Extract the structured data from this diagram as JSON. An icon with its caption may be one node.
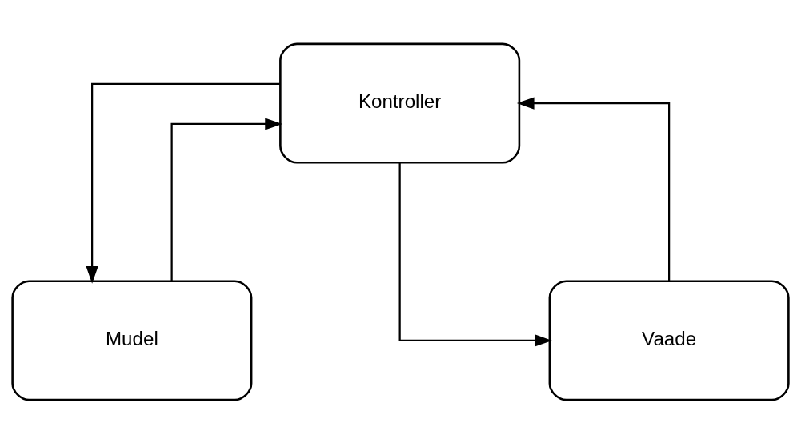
{
  "diagram": {
    "nodes": [
      {
        "text": [
          "Kontroller"
        ]
      },
      {
        "text": [
          "Mudel"
        ]
      },
      {
        "text": [
          "Vaade"
        ]
      }
    ],
    "edges": [
      {
        "from": 0,
        "to": 1,
        "arrow": "to"
      },
      {
        "from": 1,
        "to": 0,
        "arrow": "to"
      },
      {
        "from": 2,
        "to": 0,
        "arrow": "to"
      },
      {
        "from": 0,
        "to": 2,
        "arrow": "to"
      }
    ]
  }
}
